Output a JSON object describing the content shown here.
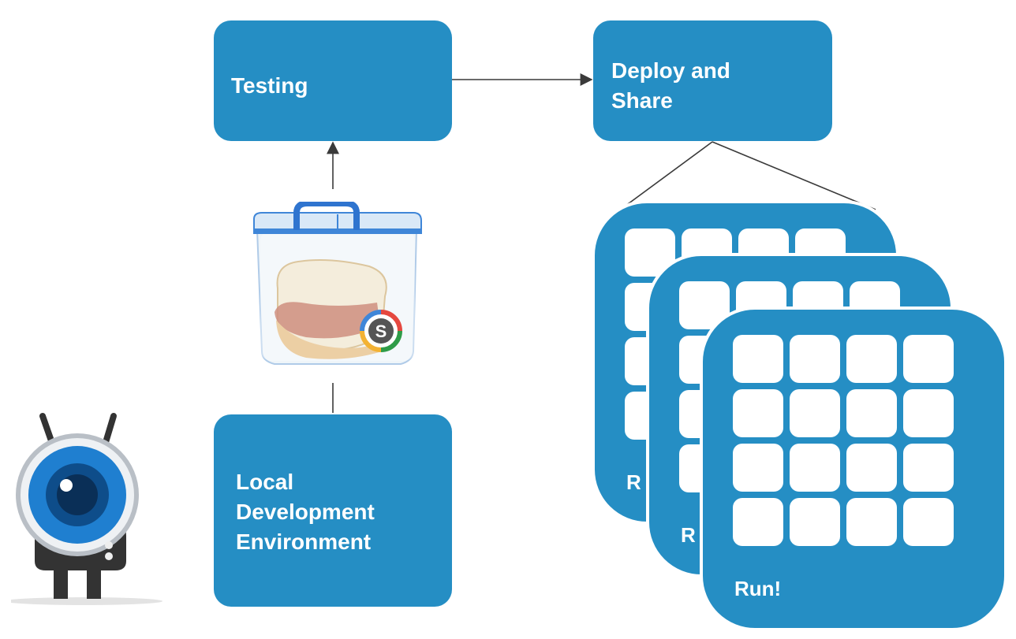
{
  "nodes": {
    "testing": {
      "lines": [
        "Testing"
      ]
    },
    "deploy": {
      "lines": [
        "Deploy and",
        "Share"
      ]
    },
    "local": {
      "lines": [
        "Local",
        "Development",
        "Environment"
      ]
    }
  },
  "run_cards": [
    {
      "label": "R"
    },
    {
      "label": "R"
    },
    {
      "label": "Run!"
    }
  ],
  "sandwich_box": {
    "badge_letter": "S"
  },
  "colors": {
    "box": "#258ec4",
    "arrow": "#3a3a3a",
    "mascot_eye": "#1f7fd0"
  },
  "icons": [
    "sandwich-container-icon",
    "robot-mascot-icon"
  ]
}
